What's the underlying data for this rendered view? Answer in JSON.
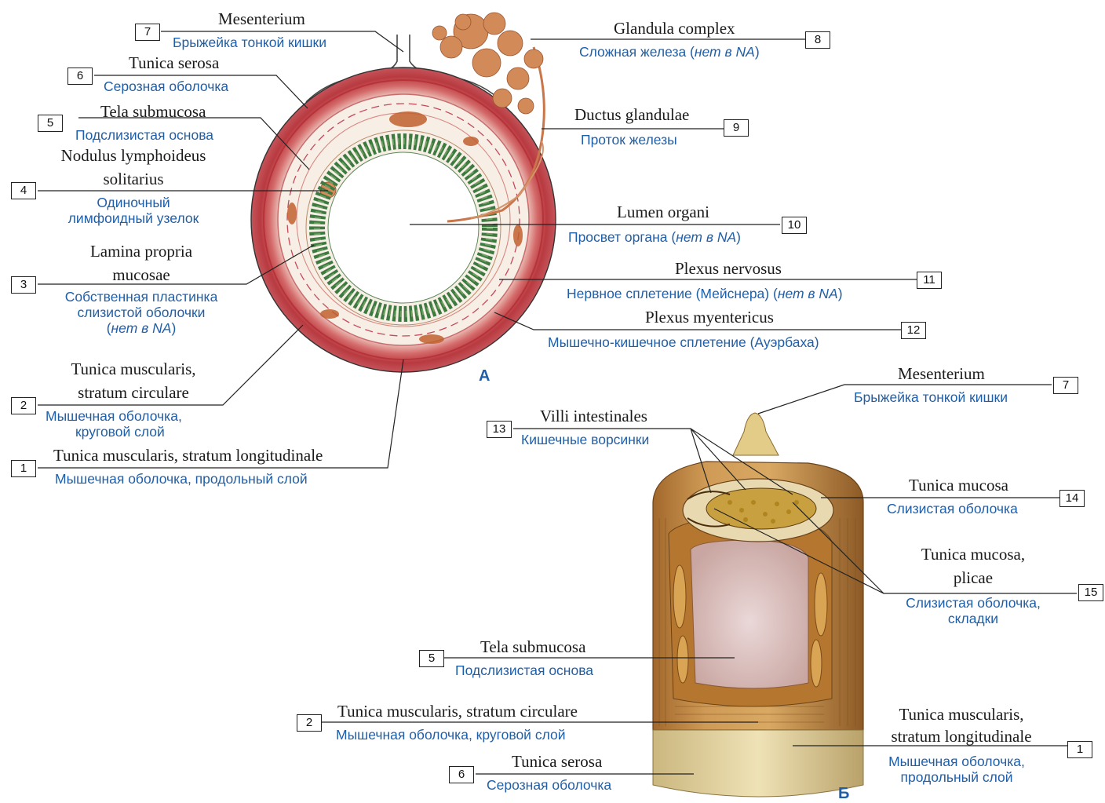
{
  "figure_labels": {
    "a": "А",
    "b": "Б"
  },
  "colors": {
    "russian_text": "#1f5fa8",
    "latin_text": "#1a1a1a",
    "serosa_ring": "#c7424a",
    "mucosa_green": "#4d8a4a",
    "gland": "#c8764a",
    "muscle_body": "#c98f4b"
  },
  "cross_section_a": [
    {
      "num": "7",
      "lat": [
        "Mesenterium"
      ],
      "ru": [
        "Брыжейка тонкой кишки"
      ]
    },
    {
      "num": "6",
      "lat": [
        "Tunica serosa"
      ],
      "ru": [
        "Серозная оболочка"
      ]
    },
    {
      "num": "5",
      "lat": [
        "Tela submucosa"
      ],
      "ru": [
        "Подслизистая основа"
      ]
    },
    {
      "num": "4",
      "lat": [
        "Nodulus lymphoideus",
        "solitarius"
      ],
      "ru": [
        "Одиночный",
        "лимфоидный узелок"
      ]
    },
    {
      "num": "3",
      "lat": [
        "Lamina propria",
        "mucosae"
      ],
      "ru": [
        "Собственная пластинка",
        "слизистой оболочки"
      ],
      "ru_last": {
        "open": "(",
        "em": "нет в NA",
        "close": ")"
      }
    },
    {
      "num": "2",
      "lat": [
        "Tunica muscularis,",
        "stratum circulare"
      ],
      "ru": [
        "Мышечная оболочка,",
        "круговой слой"
      ]
    },
    {
      "num": "1",
      "lat": [
        "Tunica muscularis, stratum longitudinale"
      ],
      "ru": [
        "Мышечная оболочка, продольный слой"
      ]
    },
    {
      "num": "8",
      "lat": [
        "Glandula complex"
      ],
      "ru_main": "Сложная железа (",
      "ru_em": "нет в NA",
      "ru_end": ")"
    },
    {
      "num": "9",
      "lat": [
        "Ductus glandulae"
      ],
      "ru": [
        "Проток железы"
      ]
    },
    {
      "num": "10",
      "lat": [
        "Lumen organi"
      ],
      "ru_main": "Просвет органа (",
      "ru_em": "нет в NA",
      "ru_end": ")"
    },
    {
      "num": "11",
      "lat": [
        "Plexus nervosus"
      ],
      "ru_main": "Нервное сплетение (Мейснера) (",
      "ru_em": "нет в NA",
      "ru_end": ")"
    },
    {
      "num": "12",
      "lat": [
        "Plexus myentericus"
      ],
      "ru": [
        "Мышечно-кишечное сплетение (Ауэрбаха)"
      ]
    }
  ],
  "segment_b": [
    {
      "num": "7",
      "lat": [
        "Mesenterium"
      ],
      "ru": [
        "Брыжейка тонкой кишки"
      ]
    },
    {
      "num": "13",
      "lat": [
        "Villi intestinales"
      ],
      "ru": [
        "Кишечные ворсинки"
      ]
    },
    {
      "num": "14",
      "lat": [
        "Tunica mucosa"
      ],
      "ru": [
        "Слизистая оболочка"
      ]
    },
    {
      "num": "15",
      "lat": [
        "Tunica mucosa,",
        "plicae"
      ],
      "ru": [
        "Слизистая оболочка,",
        "складки"
      ]
    },
    {
      "num": "5",
      "lat": [
        "Tela submucosa"
      ],
      "ru": [
        "Подслизистая основа"
      ]
    },
    {
      "num": "2",
      "lat": [
        "Tunica muscularis, stratum circulare"
      ],
      "ru": [
        "Мышечная оболочка, круговой слой"
      ]
    },
    {
      "num": "1",
      "lat": [
        "Tunica muscularis,",
        "stratum longitudinale"
      ],
      "ru": [
        "Мышечная оболочка,",
        "продольный слой"
      ]
    },
    {
      "num": "6",
      "lat": [
        "Tunica serosa"
      ],
      "ru": [
        "Серозная оболочка"
      ]
    }
  ]
}
